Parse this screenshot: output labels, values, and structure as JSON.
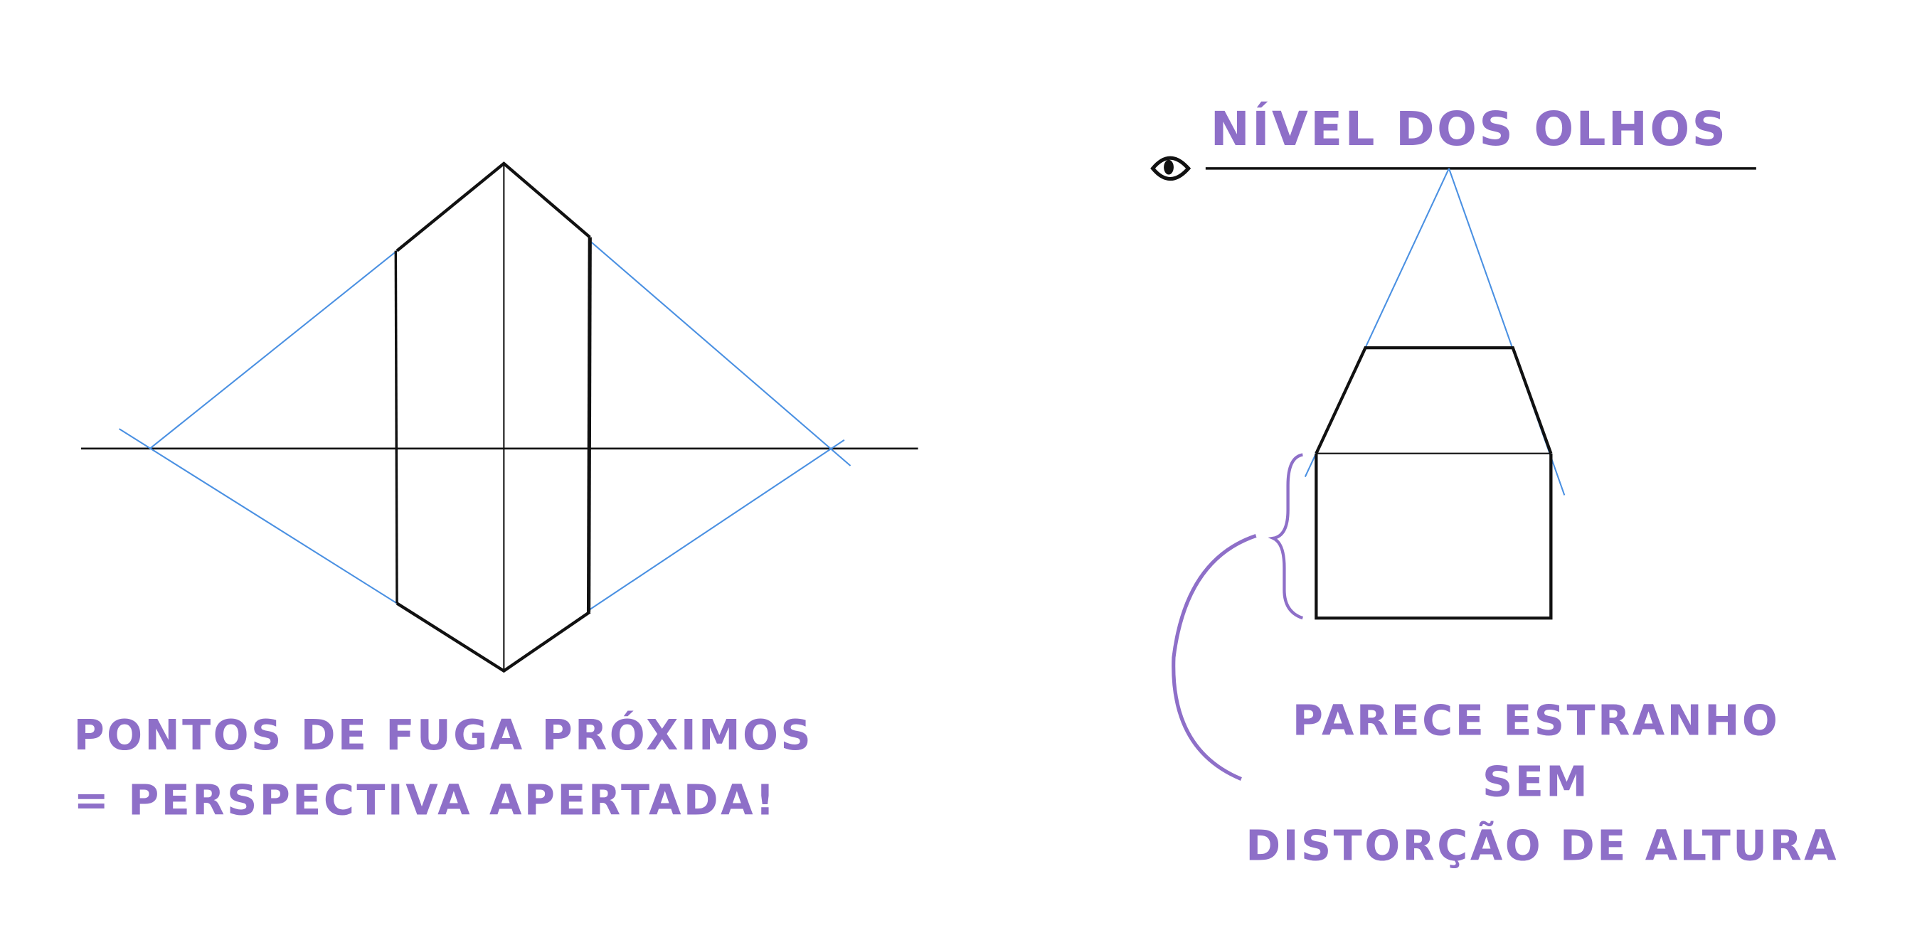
{
  "colors": {
    "label": "#8e6fc8",
    "guide": "#4a90e2",
    "ink": "#111111"
  },
  "left": {
    "caption_line1": "PONTOS DE FUGA PRÓXIMOS",
    "caption_line2": "= PERSPECTIVA APERTADA!"
  },
  "right": {
    "eye_level": "NÍVEL DOS OLHOS",
    "eye_icon": "eye-icon",
    "caption_line1": "PARECE ESTRANHO",
    "caption_line2": "SEM",
    "caption_line3": "DISTORÇÃO DE ALTURA"
  }
}
